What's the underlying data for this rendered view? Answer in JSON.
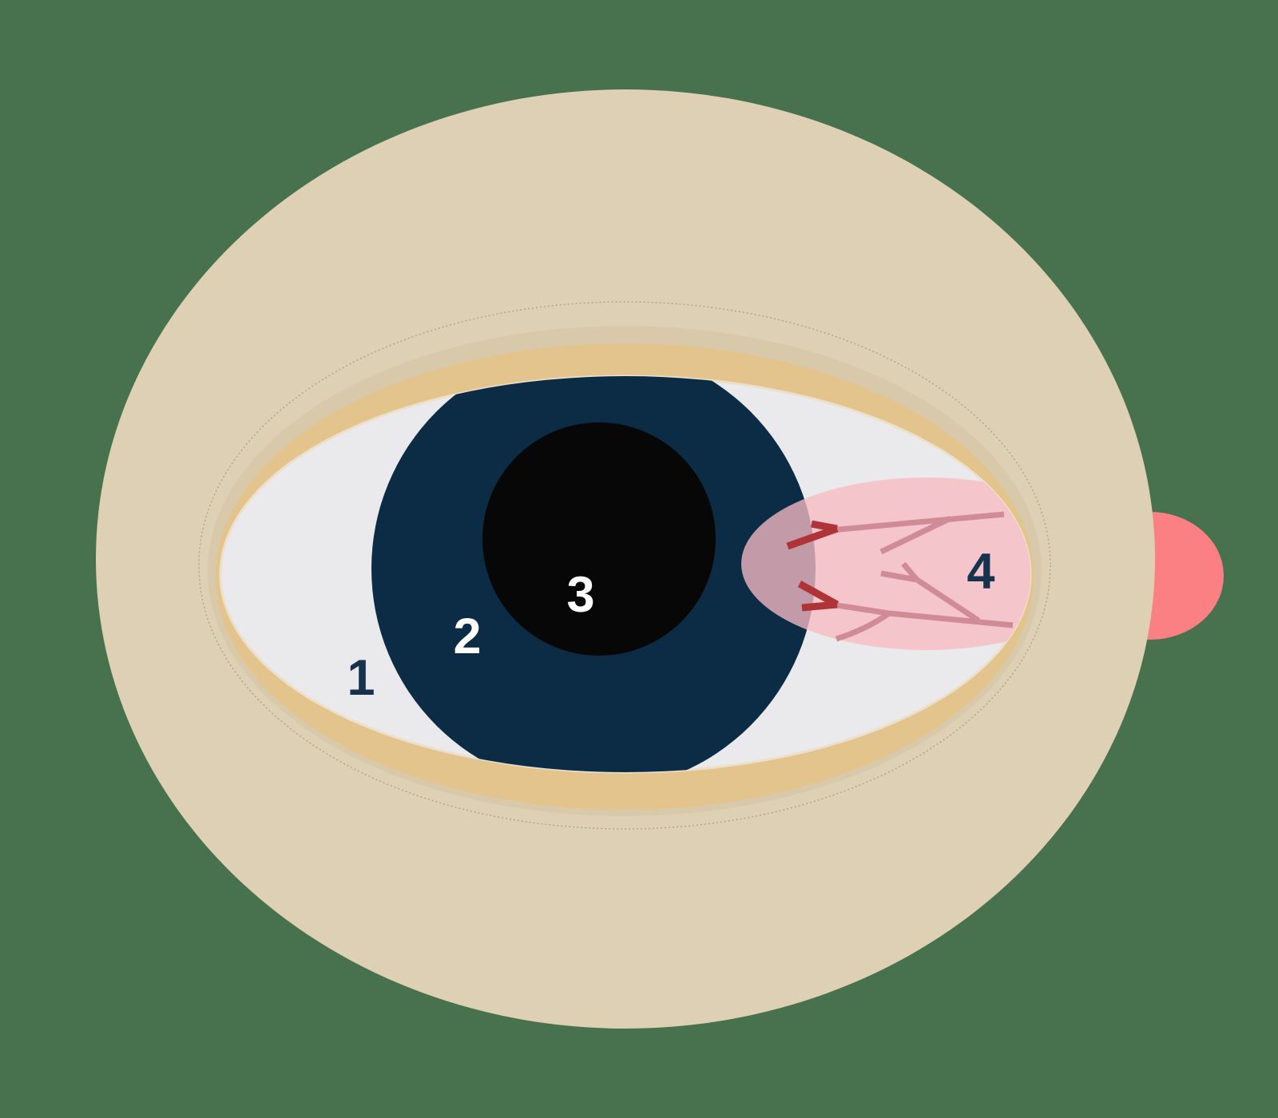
{
  "diagram": {
    "title": "eye-anatomy-numbered-diagram",
    "labels": {
      "sclera": "1",
      "iris": "2",
      "pupil": "3",
      "pterygium": "4"
    }
  },
  "colors": {
    "background": "#48714e",
    "skin": "#ded0b4",
    "eyelid_shade": "#d8c9ab",
    "crease_line": "#8a7e62",
    "lid_margin": "#e3c48d",
    "sclera": "#eaeaec",
    "sclera_edge": "#ece0cd",
    "iris": "#0c2c45",
    "pupil": "#070707",
    "pterygium_fill": "#f7bac3",
    "vessel_light": "#cf8c96",
    "vessel_dark": "#ae3438",
    "caruncle": "#fb8084",
    "label_dark": "#16324d",
    "label_light": "#ffffff"
  }
}
